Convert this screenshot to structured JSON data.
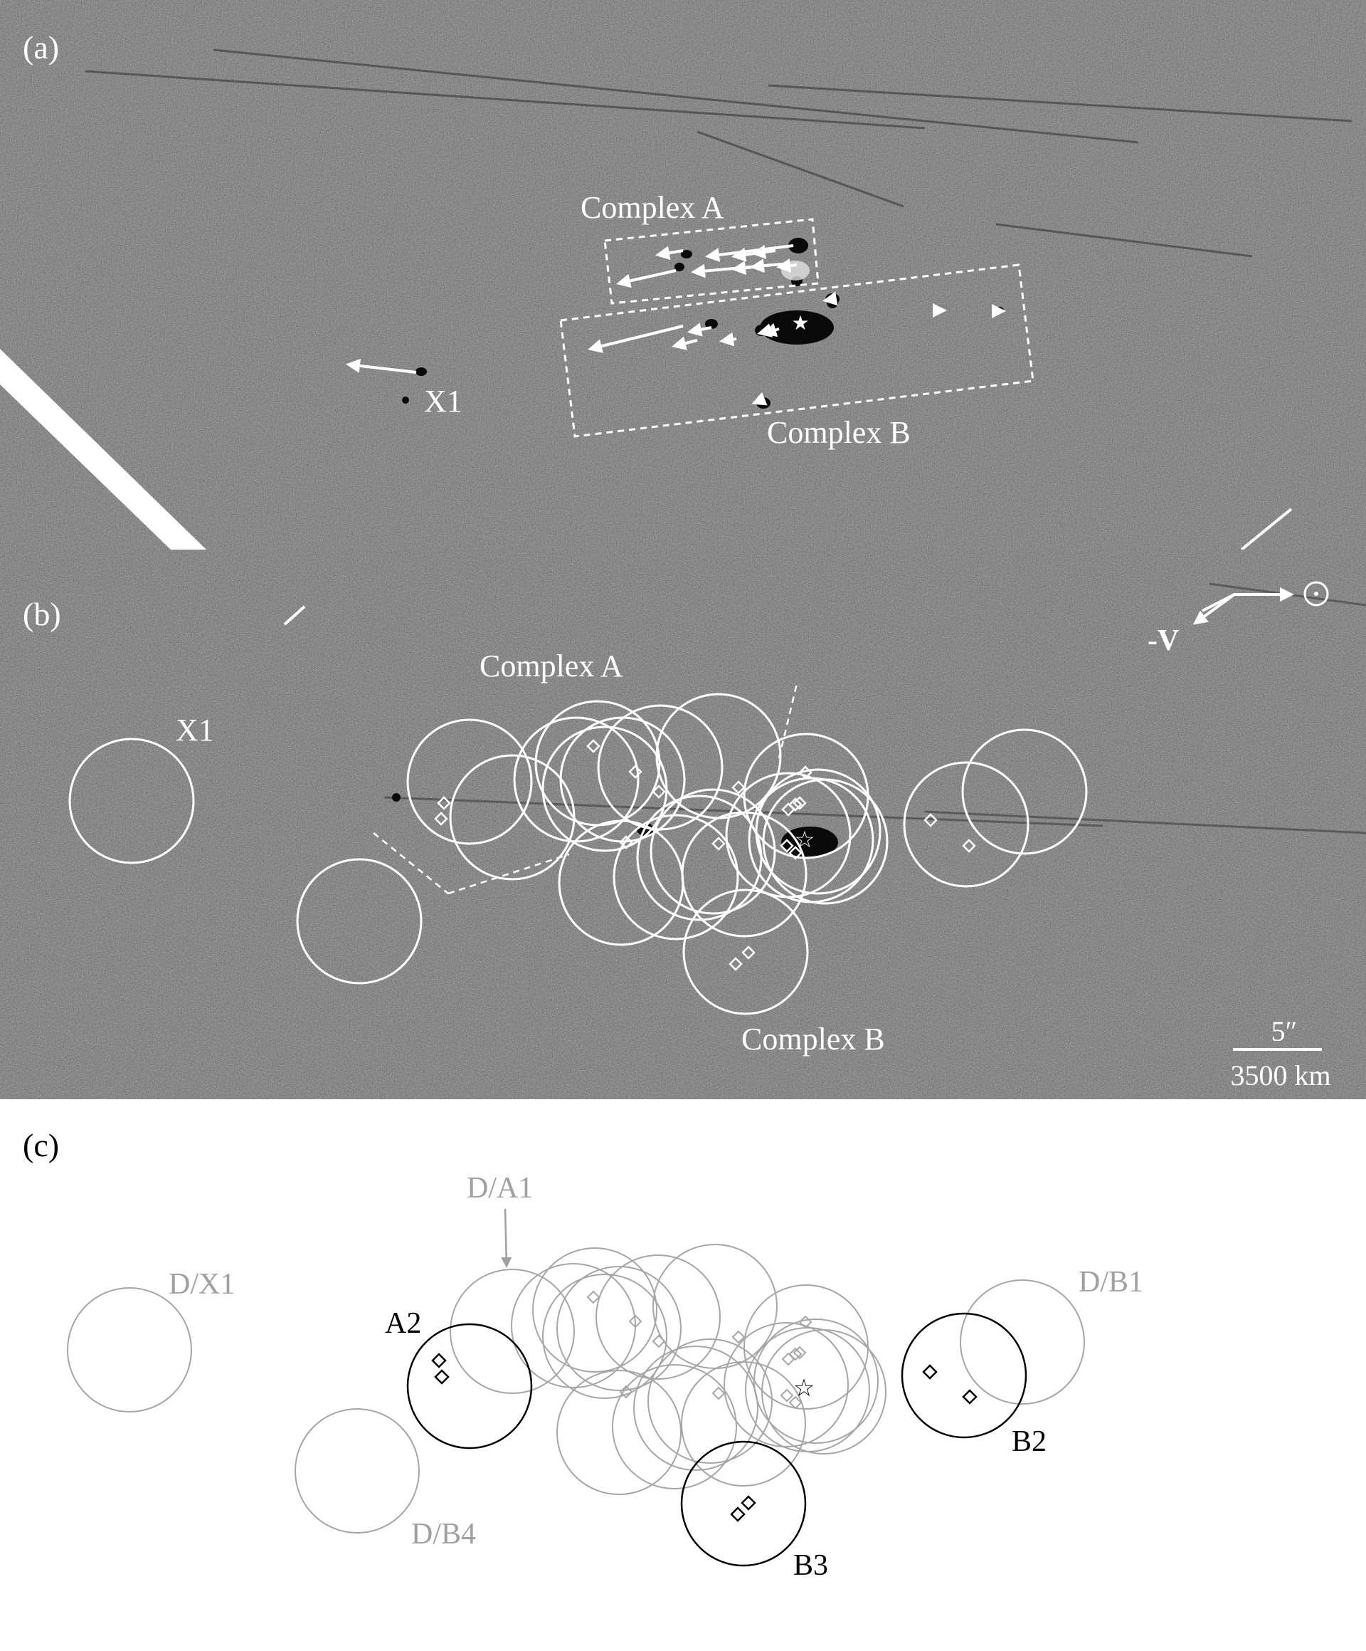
{
  "panels": {
    "a": {
      "label": "(a)",
      "complex_a_label": "Complex A",
      "complex_b_label": "Complex B",
      "x1_label": "X1"
    },
    "b": {
      "label": "(b)",
      "complex_a_label": "Complex A",
      "complex_b_label": "Complex B",
      "x1_label": "X1",
      "velocity_label": "-V",
      "sun_icon": "sun-symbol-icon",
      "scale_angular": "5″",
      "scale_physical": "3500 km"
    },
    "c": {
      "label": "(c)",
      "labels": {
        "d_x1": "D/X1",
        "d_a1": "D/A1",
        "d_b1": "D/B1",
        "d_b4": "D/B4",
        "a2": "A2",
        "b2": "B2",
        "b3": "B3"
      }
    }
  },
  "colors": {
    "noise_background": "#6e6e6e",
    "overlay": "#ffffff",
    "faded": "#a0a0a0",
    "highlight": "#000000"
  }
}
